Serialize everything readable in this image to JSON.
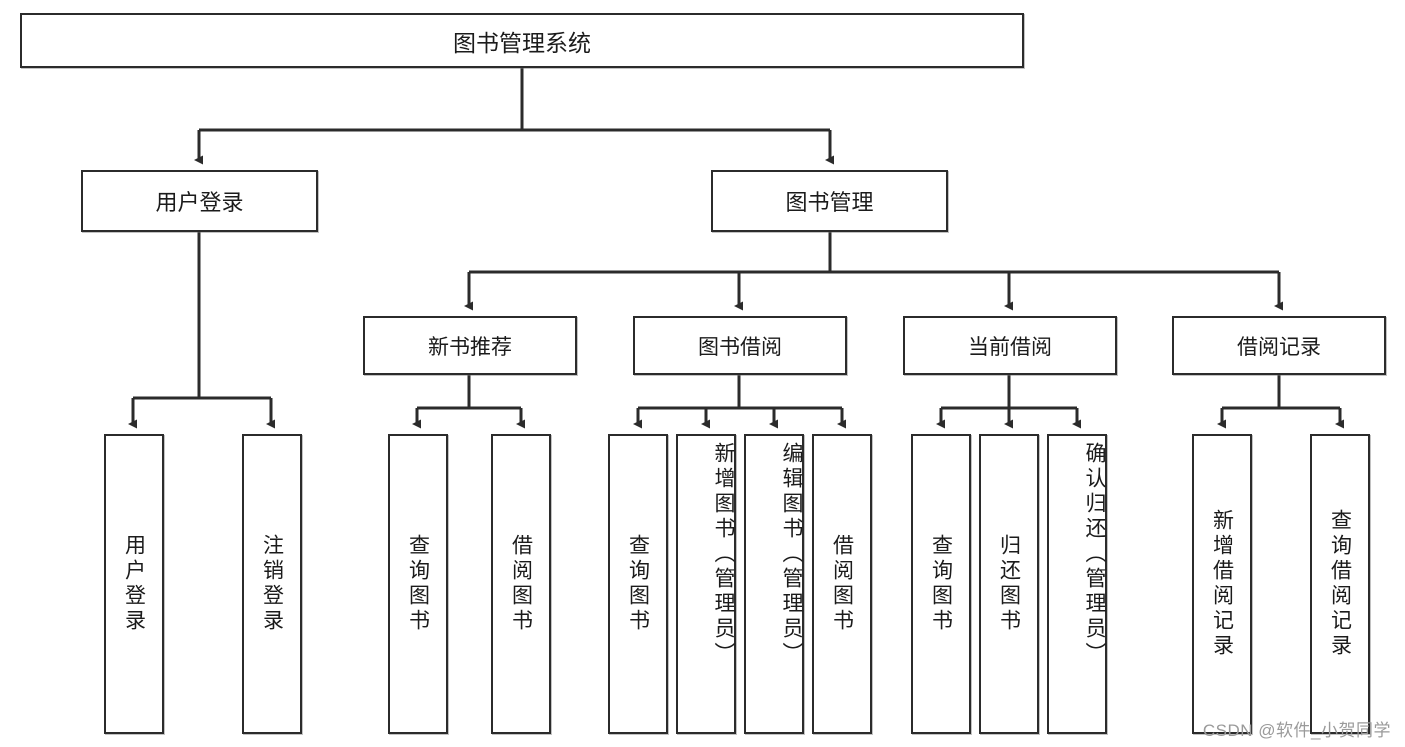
{
  "diagram": {
    "type": "tree",
    "title": "图书管理系统",
    "root": {
      "id": "root",
      "label": "图书管理系统"
    },
    "level1": [
      {
        "id": "user-login",
        "label": "用户登录"
      },
      {
        "id": "book-manage",
        "label": "图书管理"
      }
    ],
    "level2": [
      {
        "id": "new-book-recommend",
        "label": "新书推荐",
        "parent": "book-manage"
      },
      {
        "id": "book-borrow",
        "label": "图书借阅",
        "parent": "book-manage"
      },
      {
        "id": "current-borrow",
        "label": "当前借阅",
        "parent": "book-manage"
      },
      {
        "id": "borrow-record",
        "label": "借阅记录",
        "parent": "book-manage"
      }
    ],
    "leaves": [
      {
        "id": "leaf-user-login",
        "label": "用户登录",
        "parent": "user-login"
      },
      {
        "id": "leaf-user-logout",
        "label": "注销登录",
        "parent": "user-login"
      },
      {
        "id": "leaf-query-book-1",
        "label": "查询图书",
        "parent": "new-book-recommend"
      },
      {
        "id": "leaf-borrow-book-1",
        "label": "借阅图书",
        "parent": "new-book-recommend"
      },
      {
        "id": "leaf-query-book-2",
        "label": "查询图书",
        "parent": "book-borrow"
      },
      {
        "id": "leaf-add-book",
        "label": "新增图书（管理员）",
        "parent": "book-borrow"
      },
      {
        "id": "leaf-edit-book",
        "label": "编辑图书（管理员）",
        "parent": "book-borrow"
      },
      {
        "id": "leaf-borrow-book-2",
        "label": "借阅图书",
        "parent": "book-borrow"
      },
      {
        "id": "leaf-query-book-3",
        "label": "查询图书",
        "parent": "current-borrow"
      },
      {
        "id": "leaf-return-book",
        "label": "归还图书",
        "parent": "current-borrow"
      },
      {
        "id": "leaf-confirm-return",
        "label": "确认归还（管理员）",
        "parent": "current-borrow"
      },
      {
        "id": "leaf-add-record",
        "label": "新增借阅记录",
        "parent": "borrow-record"
      },
      {
        "id": "leaf-query-record",
        "label": "查询借阅记录",
        "parent": "borrow-record"
      }
    ]
  },
  "watermark": {
    "text": "CSDN @软件_小贺同学"
  },
  "colors": {
    "border": "#2b2b2b",
    "text": "#1b1b1b",
    "background": "#ffffff",
    "watermark": "#9a9a9a"
  }
}
